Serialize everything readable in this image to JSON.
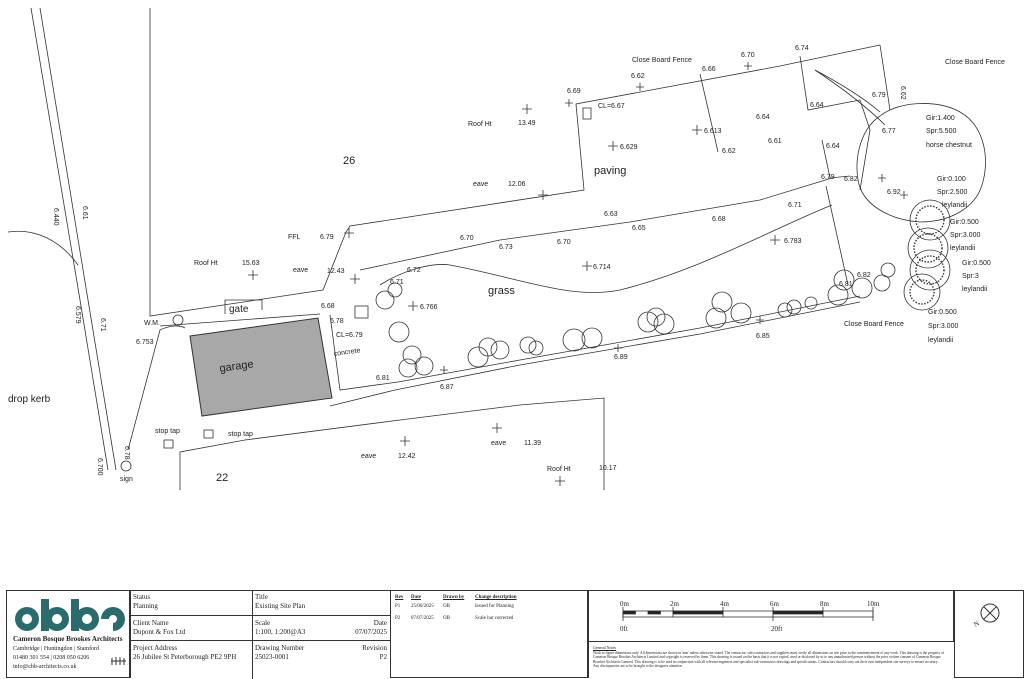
{
  "plan": {
    "plot_labels": {
      "no26": "26",
      "no22": "22",
      "drop_kerb": "drop kerb",
      "paving": "paving",
      "grass": "grass",
      "gate": "gate",
      "garage": "garage",
      "concrete": "concrete"
    },
    "fence_labels": [
      "Close Board Fence",
      "Close Board Fence",
      "Close Board Fence"
    ],
    "point_labels": [
      "Roof Ht",
      "13.49",
      "eave",
      "12.06",
      "FFL",
      "6.79",
      "Roof Ht",
      "15.63",
      "eave",
      "12.43",
      "6.69",
      "CL=6.67",
      "6.62",
      "6.66",
      "6.70",
      "6.74",
      "6.613",
      "6.64",
      "6.62",
      "6.61",
      "6.629",
      "6.64",
      "6.77",
      "6.79",
      "6.62",
      "6.64",
      "6.79",
      "6.82",
      "6.63",
      "6.65",
      "6.68",
      "6.71",
      "6.70",
      "6.73",
      "6.70",
      "6.783",
      "6.72",
      "6.71",
      "6.714",
      "6.68",
      "6.766",
      "6.78",
      "CL=6.79",
      "6.81",
      "6.87",
      "6.89",
      "6.85",
      "6.82",
      "6.81",
      "6.92",
      "W.M.",
      "6.753",
      "stop tap",
      "stop tap",
      "eave",
      "12.42",
      "eave",
      "11.39",
      "Roof Ht",
      "10.17",
      "6.78",
      "sign",
      "6.440",
      "6.61",
      "6.579",
      "6.71",
      "6.700"
    ],
    "tree_labels": [
      "Gir:1.400",
      "Spr:5.500",
      "horse chestnut",
      "Gir:0.100",
      "Spr:2.500",
      "leylandii",
      "Gir:0.500",
      "Spr:3.000",
      "leylandii",
      "Gir:0.500",
      "Spr:3",
      "leylandii",
      "Gir:0.500",
      "Spr:3.000",
      "leylandii"
    ]
  },
  "title_block": {
    "company_name": "Cameron Bosque Brookes Architects",
    "offices": "Cambridge | Huntingdon | Stamford",
    "phones": "01480 301 554 | 0208 050 6206",
    "email": "info@cbb-architects.co.uk",
    "status_label": "Status",
    "status_value": "Planning",
    "title_label": "Title",
    "title_value": "Existing Site Plan",
    "client_label": "Client Name",
    "client_value": "Dupont & Fox Ltd",
    "scale_label": "Scale",
    "scale_value": "1:100, 1:200@A3",
    "date_label": "Date",
    "date_value": "07/07/2025",
    "address_label": "Project Address",
    "address_value": "26 Jubilee St Peterborough PE2 9PH",
    "drawing_label": "Drawing Number",
    "drawing_value": "25023-0001",
    "revision_label": "Revision",
    "revision_value": "P2",
    "rev_headers": {
      "rev": "Rev",
      "date": "Date",
      "drawn_by": "Drawn by",
      "change": "Change description"
    },
    "revisions": [
      {
        "rev": "P1",
        "date": "25/06/2025",
        "by": "OB",
        "desc": "Issued for Planning"
      },
      {
        "rev": "P2",
        "date": "07/07/2025",
        "by": "OB",
        "desc": "Scale bar corrected"
      }
    ],
    "scale_top": [
      "0m",
      "2m",
      "4m",
      "6m",
      "8m",
      "10m"
    ],
    "scale_bottom": [
      "0ft",
      "20ft"
    ],
    "general_notes_title": "General Notes",
    "general_notes_text": "Work to figure dimensions only. All dimensions are shown in 'mm' unless otherwise stated. The contractor, sub-contractors and suppliers must verify all dimensions on site prior to the commencement of any work. This drawing is the property of Cameron Bosque Brookes Architects Limited and copyright is reserved by them. This drawing is issued on the basis that it is not copied, used or disclosed by or to any unauthorised person without the prior written consent of Cameron Bosque Brookes Architects Limited. This drawing is to be read in conjunction with all relevant engineers and specialist sub-contractors drawings and specifications. Contractors should carry out their own independent site surveys to ensure accuracy. Any discrepancies are to be brought to the designers attention.",
    "north_label": "N"
  }
}
